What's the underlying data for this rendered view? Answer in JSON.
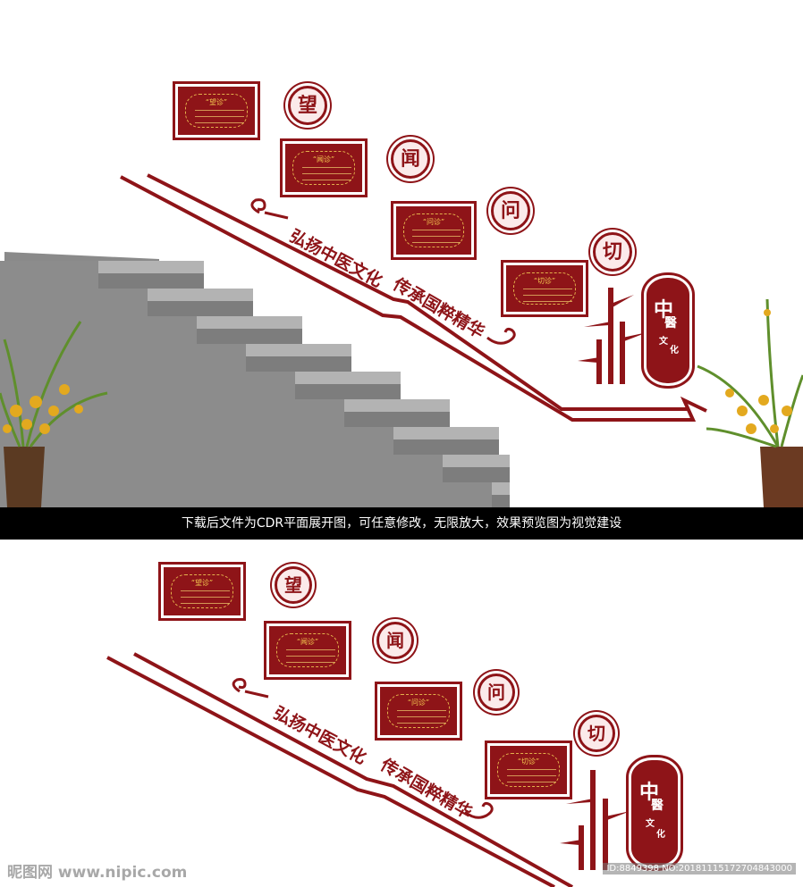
{
  "caption": "下载后文件为CDR平面展开图，可任意修改，无限放大，效果预览图为视觉建设",
  "slogan_1": "弘扬中医文化",
  "slogan_2": "传承国粹精华",
  "medals": [
    "望",
    "闻",
    "问",
    "切"
  ],
  "panel_titles": [
    "“望诊”",
    "“闻诊”",
    "“问诊”",
    "“切诊”"
  ],
  "emblem": {
    "big": "中",
    "char2": "醫",
    "small_1": "文",
    "small_2": "化"
  },
  "watermark_left": "昵图网 www.nipic.com",
  "watermark_right": "ID:8849398 NO:20181115172704843000",
  "colors": {
    "brand_red": "#8e1418",
    "gold": "#f3c84f",
    "stair_gray": "#8c8c8c",
    "caption_bg": "#000000"
  }
}
